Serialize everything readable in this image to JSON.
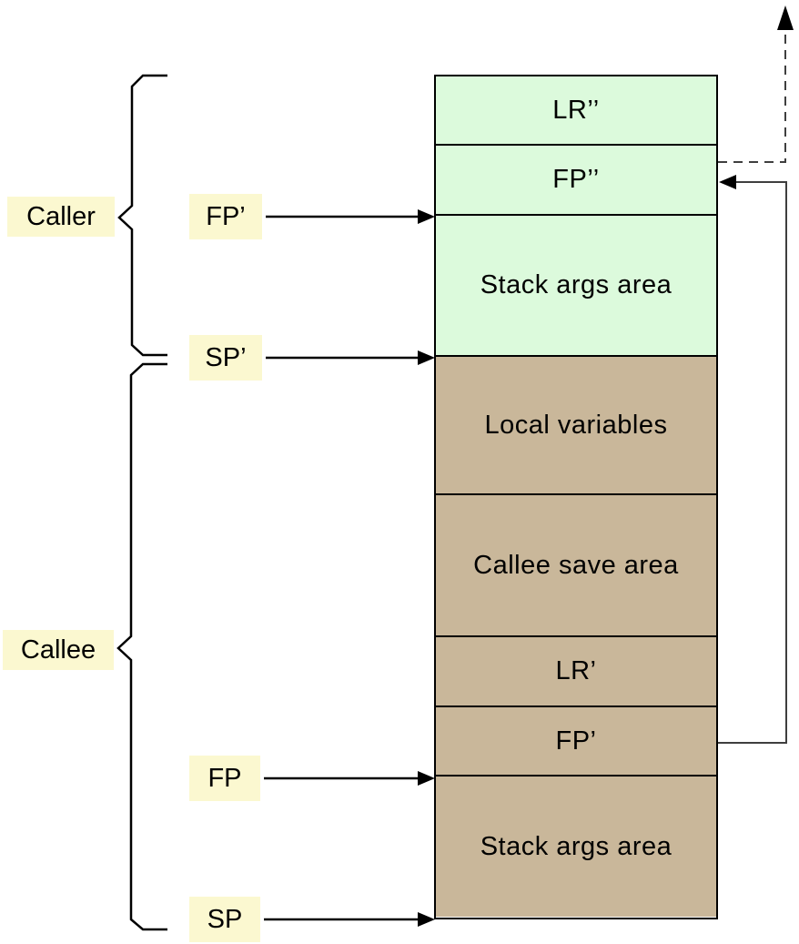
{
  "diagram": {
    "braces": {
      "caller_label": "Caller",
      "callee_label": "Callee"
    },
    "pointers": {
      "fp_prime": "FP’",
      "sp_prime": "SP’",
      "fp": "FP",
      "sp": "SP"
    },
    "stack": {
      "rows": [
        {
          "label": "LR’’",
          "frame": "caller",
          "fill": "#dcfadc"
        },
        {
          "label": "FP’’",
          "frame": "caller",
          "fill": "#dcfadc"
        },
        {
          "label": "Stack args area",
          "frame": "caller",
          "fill": "#dcfadc"
        },
        {
          "label": "Local variables",
          "frame": "callee",
          "fill": "#c9b79a"
        },
        {
          "label": "Callee save area",
          "frame": "callee",
          "fill": "#c9b79a"
        },
        {
          "label": "LR’",
          "frame": "callee",
          "fill": "#c9b79a"
        },
        {
          "label": "FP’",
          "frame": "callee",
          "fill": "#c9b79a"
        },
        {
          "label": "Stack args area",
          "frame": "callee",
          "fill": "#c9b79a"
        }
      ]
    },
    "colors": {
      "caller_frame_fill": "#dcfadc",
      "callee_frame_fill": "#c9b79a",
      "label_background": "#fbf8d0",
      "line": "#000000"
    }
  }
}
